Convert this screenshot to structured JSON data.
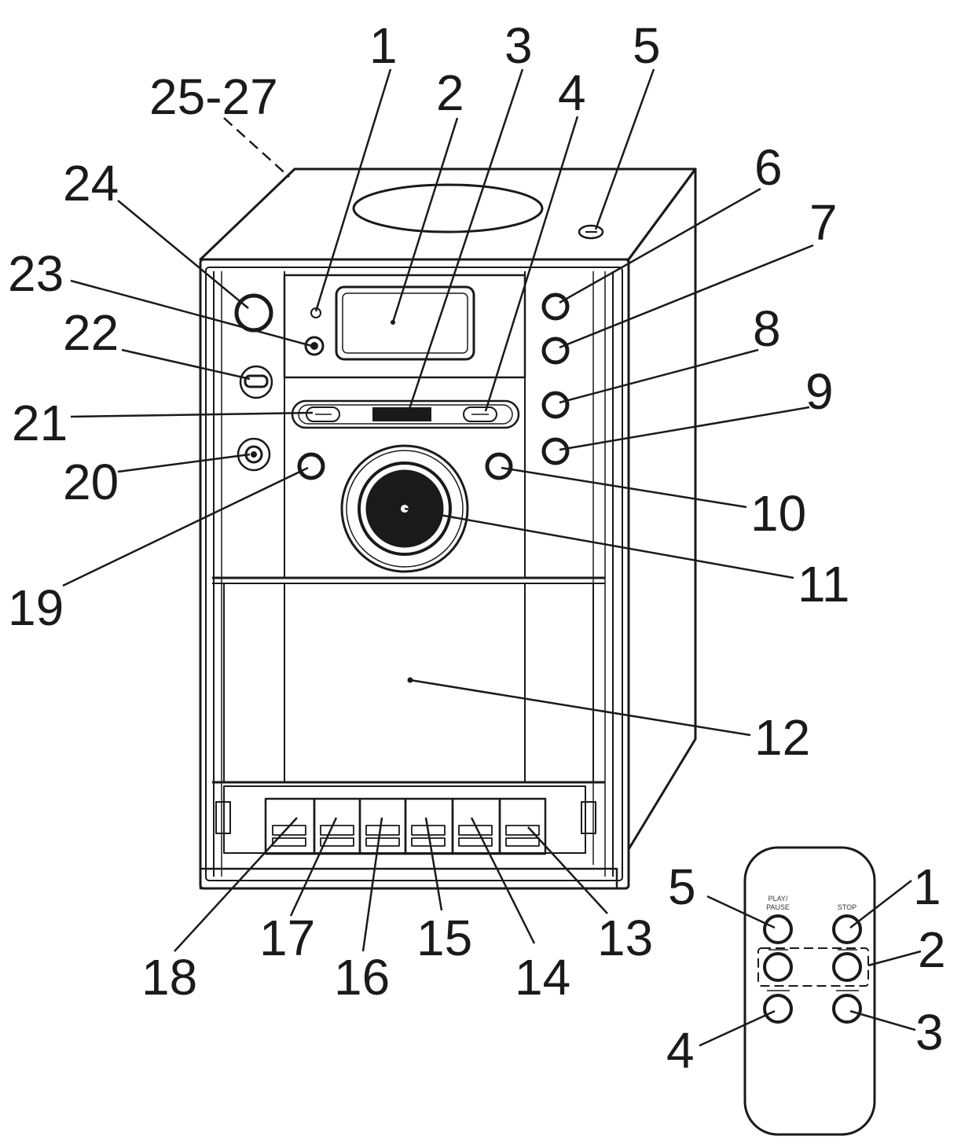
{
  "device_callouts": [
    {
      "id": "c1",
      "label": "1"
    },
    {
      "id": "c2",
      "label": "2"
    },
    {
      "id": "c3",
      "label": "3"
    },
    {
      "id": "c4",
      "label": "4"
    },
    {
      "id": "c5",
      "label": "5"
    },
    {
      "id": "c6",
      "label": "6"
    },
    {
      "id": "c7",
      "label": "7"
    },
    {
      "id": "c8",
      "label": "8"
    },
    {
      "id": "c9",
      "label": "9"
    },
    {
      "id": "c10",
      "label": "10"
    },
    {
      "id": "c11",
      "label": "11"
    },
    {
      "id": "c12",
      "label": "12"
    },
    {
      "id": "c13",
      "label": "13"
    },
    {
      "id": "c14",
      "label": "14"
    },
    {
      "id": "c15",
      "label": "15"
    },
    {
      "id": "c16",
      "label": "16"
    },
    {
      "id": "c17",
      "label": "17"
    },
    {
      "id": "c18",
      "label": "18"
    },
    {
      "id": "c19",
      "label": "19"
    },
    {
      "id": "c20",
      "label": "20"
    },
    {
      "id": "c21",
      "label": "21"
    },
    {
      "id": "c22",
      "label": "22"
    },
    {
      "id": "c23",
      "label": "23"
    },
    {
      "id": "c24",
      "label": "24"
    },
    {
      "id": "c25",
      "label": "25-27"
    }
  ],
  "remote": {
    "callouts": [
      {
        "id": "r5",
        "label": "5"
      },
      {
        "id": "r1",
        "label": "1"
      },
      {
        "id": "r2",
        "label": "2"
      },
      {
        "id": "r4",
        "label": "4"
      },
      {
        "id": "r3",
        "label": "3"
      }
    ],
    "button_labels": {
      "play_pause_1": "PLAY/",
      "play_pause_2": "PAUSE",
      "stop": "STOP"
    }
  }
}
